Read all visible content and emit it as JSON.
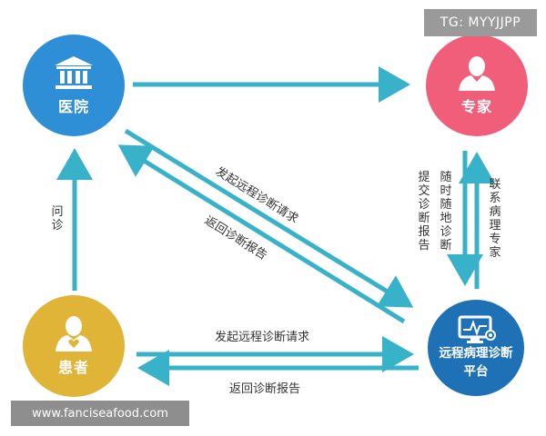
{
  "nodes": {
    "hospital": {
      "label": "医院",
      "color": "#2f8fd6",
      "icon": "bank-building-icon"
    },
    "expert": {
      "label": "专家",
      "color": "#f05e79",
      "icon": "person-icon"
    },
    "patient": {
      "label": "患者",
      "color": "#e0b437",
      "icon": "patient-heart-icon"
    },
    "platform": {
      "label_line1": "远程病理诊断",
      "label_line2": "平台",
      "color": "#1f71b6",
      "icon": "monitor-eye-icon"
    }
  },
  "edges": {
    "hospital_to_platform": "发起远程诊断请求",
    "platform_to_hospital": "返回诊断报告",
    "patient_to_platform": "发起远程诊断请求",
    "platform_to_patient": "返回诊断报告",
    "patient_to_hospital": "问诊",
    "expert_submit": "提交诊断报告",
    "expert_anytime": "随时随地诊断",
    "platform_to_expert": "联系病理专家"
  },
  "arrow_color": "#37b2c9",
  "watermarks": {
    "top": "TG: MYYJJPP",
    "bottom": "www.fanciseafood.com"
  }
}
